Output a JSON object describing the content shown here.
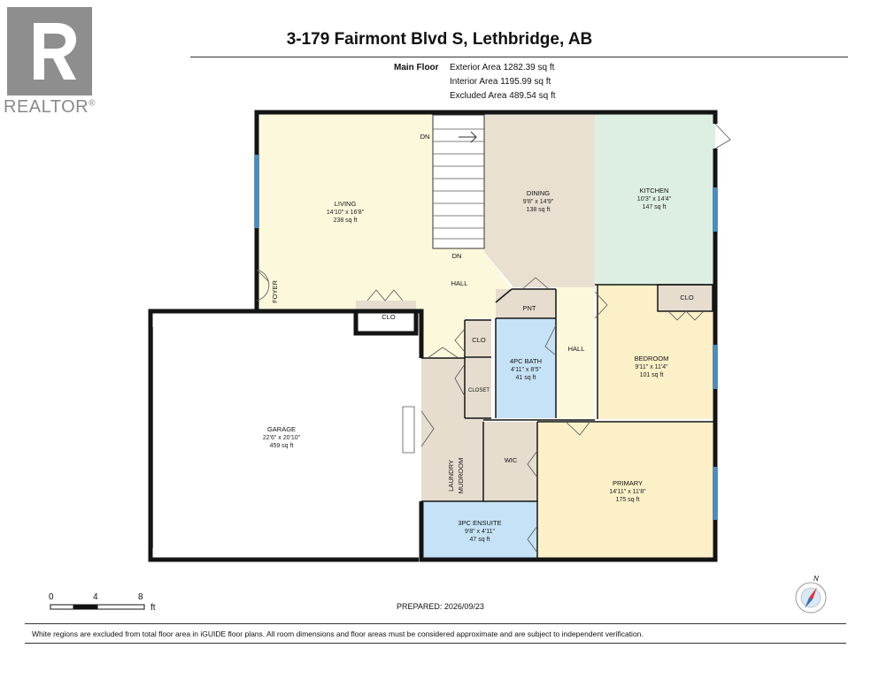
{
  "brand": {
    "wordmark": "REALTOR",
    "registered_mark": "®"
  },
  "header": {
    "title": "3-179 Fairmont Blvd S, Lethbridge, AB",
    "floor_label": "Main Floor",
    "areas": [
      "Exterior Area 1282.39 sq ft",
      "Interior Area 1195.99 sq ft",
      "Excluded Area 489.54 sq ft"
    ]
  },
  "rooms": {
    "living": {
      "name": "LIVING",
      "dims": "14'10\" x 16'8\"",
      "area": "238 sq ft"
    },
    "dining": {
      "name": "DINING",
      "dims": "9'8\" x 14'9\"",
      "area": "138 sq ft"
    },
    "kitchen": {
      "name": "KITCHEN",
      "dims": "10'3\" x 14'4\"",
      "area": "147 sq ft"
    },
    "bedroom": {
      "name": "BEDROOM",
      "dims": "9'11\" x 11'4\"",
      "area": "101 sq ft"
    },
    "bath": {
      "name": "4PC BATH",
      "dims": "4'11\" x 8'5\"",
      "area": "41 sq ft"
    },
    "garage": {
      "name": "GARAGE",
      "dims": "22'6\" x 20'10\"",
      "area": "459 sq ft"
    },
    "primary": {
      "name": "PRIMARY",
      "dims": "14'11\" x 11'8\"",
      "area": "175 sq ft"
    },
    "ensuite": {
      "name": "3PC ENSUITE",
      "dims": "9'8\" x 4'11\"",
      "area": "47 sq ft"
    }
  },
  "labels": {
    "dn_top": "DN",
    "dn_bottom": "DN",
    "hall_main": "HALL",
    "hall_side": "HALL",
    "foyer": "FOYER",
    "clo_living": "CLO",
    "clo_bedroom": "CLO",
    "clo_small": "CLO",
    "closet": "CLOSET",
    "pnt": "PNT",
    "wic": "WIC",
    "laundry": "LAUNDRY",
    "mudroom": "MUDROOM"
  },
  "scale": {
    "tick_0": "0",
    "tick_4": "4",
    "tick_8": "8",
    "unit": "ft"
  },
  "compass": {
    "north": "N"
  },
  "footer": {
    "prepared": "PREPARED: 2026/09/23",
    "disclaimer": "White regions are excluded from total floor area in iGUIDE floor plans. All room dimensions and floor areas must be considered approximate and are subject to independent verification."
  },
  "colors": {
    "living": "#fcf8dc",
    "dining": "#e9e0d1",
    "kitchen": "#dcefe2",
    "bedroom": "#fbf0c7",
    "bath": "#c5e2f6",
    "closet": "#e6ddcf",
    "window": "#3b8fd4"
  }
}
